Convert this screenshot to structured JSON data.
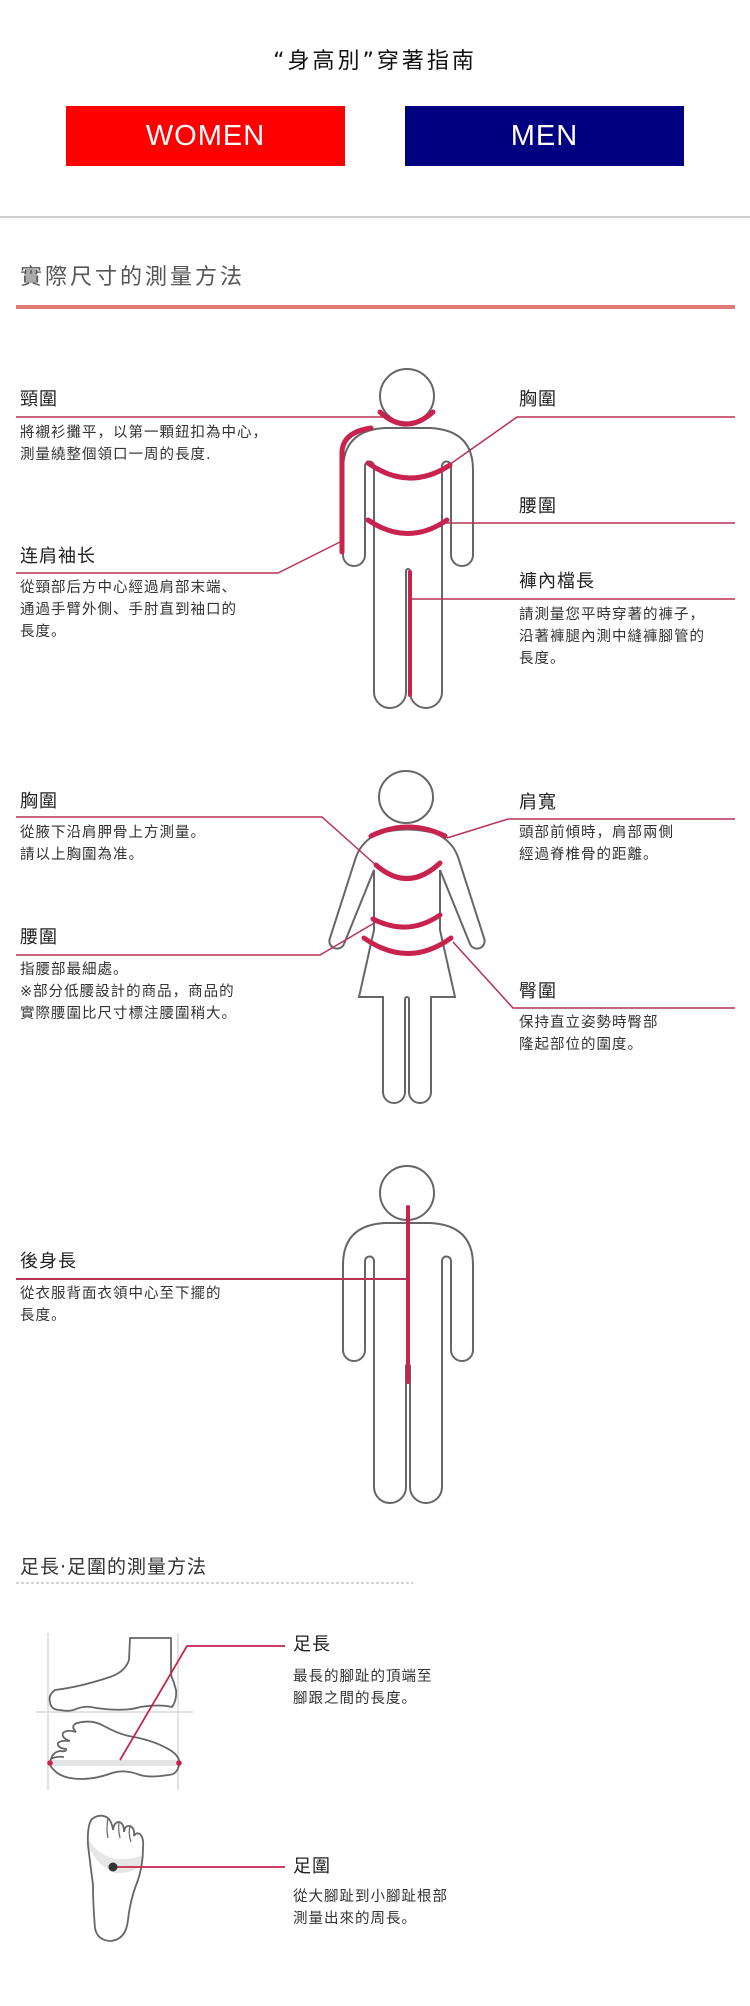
{
  "header": {
    "title": "“身高別”穿著指南",
    "women_label": "WOMEN",
    "men_label": "MEN"
  },
  "colors": {
    "women": "#fe0000",
    "men": "#000080",
    "accent": "#c8234e",
    "heading_bar": "#e27a74"
  },
  "body_section": {
    "heading": "實際尺寸的測量方法",
    "men_front": {
      "neck": {
        "title": "頸圍",
        "lines": [
          "將襯衫攤平，以第一顆鈕扣為中心，",
          "測量繞整個領口一周的長度."
        ]
      },
      "chest": {
        "title": "胸圍"
      },
      "waist": {
        "title": "腰圍"
      },
      "sleeve": {
        "title": "连肩袖长",
        "lines": [
          "從頸部后方中心經過肩部末端、",
          "通過手臂外側、手肘直到袖口的",
          "長度。"
        ]
      },
      "inseam": {
        "title": "褲內檔長",
        "lines": [
          "請測量您平時穿著的褲子，",
          "沿著褲腿內測中縫褲腳管的",
          "長度。"
        ]
      }
    },
    "women_front": {
      "chest": {
        "title": "胸圍",
        "lines": [
          "從腋下沿肩胛骨上方測量。",
          "請以上胸圍為准。"
        ]
      },
      "shoulder": {
        "title": "肩寬",
        "lines": [
          "頭部前傾時，肩部兩側",
          "經過脊椎骨的距離。"
        ]
      },
      "waist": {
        "title": "腰圍",
        "lines": [
          "指腰部最細處。",
          "※部分低腰設計的商品，商品的",
          "實際腰圍比尺寸標注腰圍稍大。"
        ]
      },
      "hip": {
        "title": "臀圍",
        "lines": [
          "保持直立姿勢時臀部",
          "隆起部位的圍度。"
        ]
      }
    },
    "men_back": {
      "back_length": {
        "title": "後身長",
        "lines": [
          "從衣服背面衣領中心至下擺的",
          "長度。"
        ]
      }
    }
  },
  "foot_section": {
    "heading": "足長·足圍的測量方法",
    "length": {
      "title": "足長",
      "lines": [
        "最長的腳趾的頂端至",
        "腳跟之間的長度。"
      ]
    },
    "girth": {
      "title": "足圍",
      "lines": [
        "從大腳趾到小腳趾根部",
        "測量出來的周長。"
      ]
    }
  }
}
